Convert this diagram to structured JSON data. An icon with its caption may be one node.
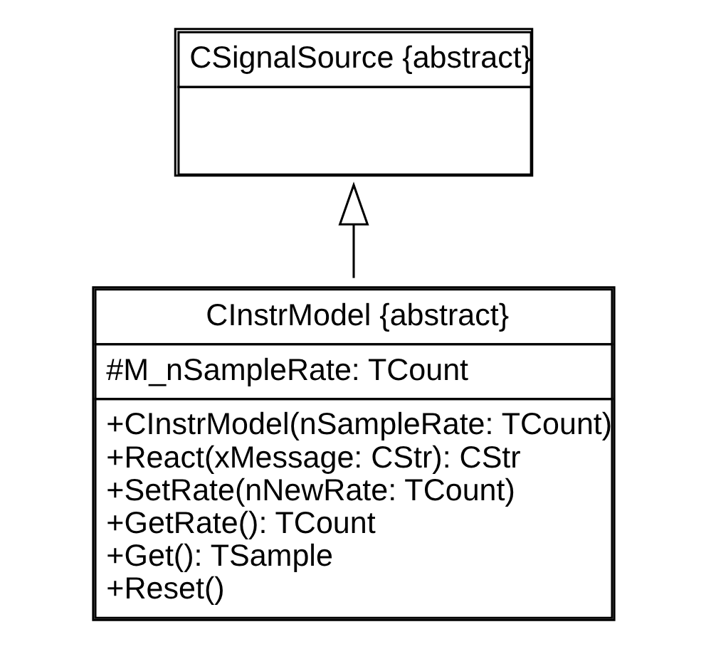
{
  "diagram": {
    "nodes": [
      {
        "text": [
          "CSignalSource {abstract}"
        ]
      },
      {
        "text": [
          "CInstrModel {abstract}",
          "#M_nSampleRate: TCount",
          "+CInstrModel(nSampleRate: TCount)",
          "+React(xMessage: CStr): CStr",
          "+SetRate(nNewRate: TCount)",
          "+GetRate(): TCount",
          "+Get(): TSample",
          "+Reset()"
        ]
      }
    ],
    "edges": [
      {
        "from": 1,
        "to": 0,
        "arrow": "to"
      }
    ]
  }
}
